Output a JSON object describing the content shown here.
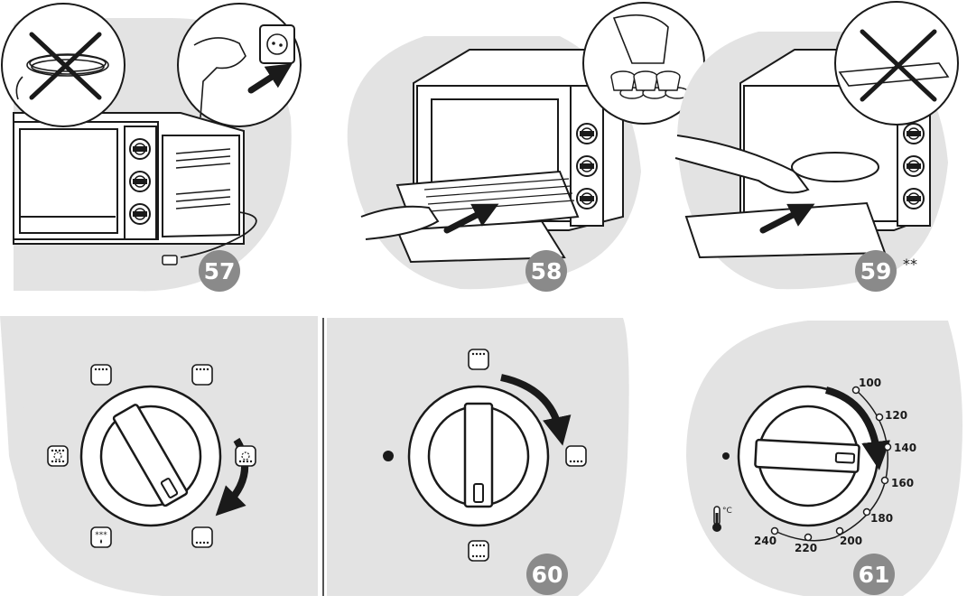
{
  "steps": [
    {
      "number": "57",
      "footnote": ""
    },
    {
      "number": "58",
      "footnote": ""
    },
    {
      "number": "59",
      "footnote": "**"
    },
    {
      "number": "60",
      "footnote": ""
    },
    {
      "number": "61",
      "footnote": ""
    }
  ],
  "thermostat": {
    "unit": "°C",
    "temperatures": [
      "100",
      "120",
      "140",
      "160",
      "180",
      "200",
      "220",
      "240"
    ]
  },
  "colors": {
    "background_panel": "#e3e3e3",
    "badge": "#8a8a8a",
    "line": "#1a1a1a"
  },
  "icons": {
    "unplug_prohibited": "cord-crossed-icon",
    "plug_socket": "socket-plug-icon",
    "tray_prohibited": "tray-crossed-icon",
    "pour": "pitcher-pour-icon",
    "thermometer": "thermometer-icon"
  }
}
